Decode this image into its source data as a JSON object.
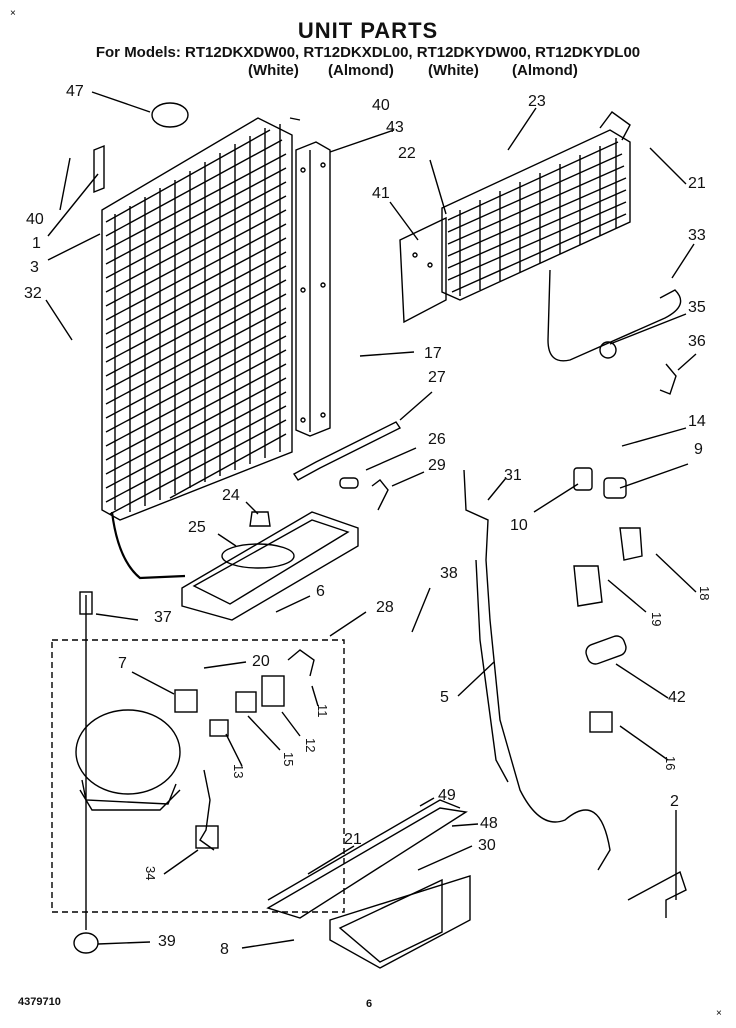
{
  "header": {
    "title": "UNIT PARTS",
    "models": "For Models: RT12DKXDW00, RT12DKXDL00, RT12DKYDW00, RT12DKYDL00",
    "colors": [
      "(White)",
      "(Almond)",
      "(White)",
      "(Almond)"
    ]
  },
  "callouts": {
    "c47": "47",
    "c40a": "40",
    "c43": "43",
    "c23": "23",
    "c22": "22",
    "c21a": "21",
    "c40b": "40",
    "c1": "1",
    "c3": "3",
    "c32": "32",
    "c41": "41",
    "c33": "33",
    "c35": "35",
    "c36": "36",
    "c17": "17",
    "c27": "27",
    "c26": "26",
    "c29": "29",
    "c14": "14",
    "c9": "9",
    "c31": "31",
    "c10": "10",
    "c24": "24",
    "c25": "25",
    "c18": "18",
    "c19": "19",
    "c37": "37",
    "c6": "6",
    "c38": "38",
    "c28": "28",
    "c7": "7",
    "c20": "20",
    "c11": "11",
    "c12": "12",
    "c15": "15",
    "c13": "13",
    "c5": "5",
    "c42": "42",
    "c16": "16",
    "c2": "2",
    "c49": "49",
    "c48": "48",
    "c21b": "21",
    "c30": "30",
    "c34": "34",
    "c39": "39",
    "c8": "8"
  },
  "footer": {
    "part_number": "4379710",
    "page": "6"
  }
}
